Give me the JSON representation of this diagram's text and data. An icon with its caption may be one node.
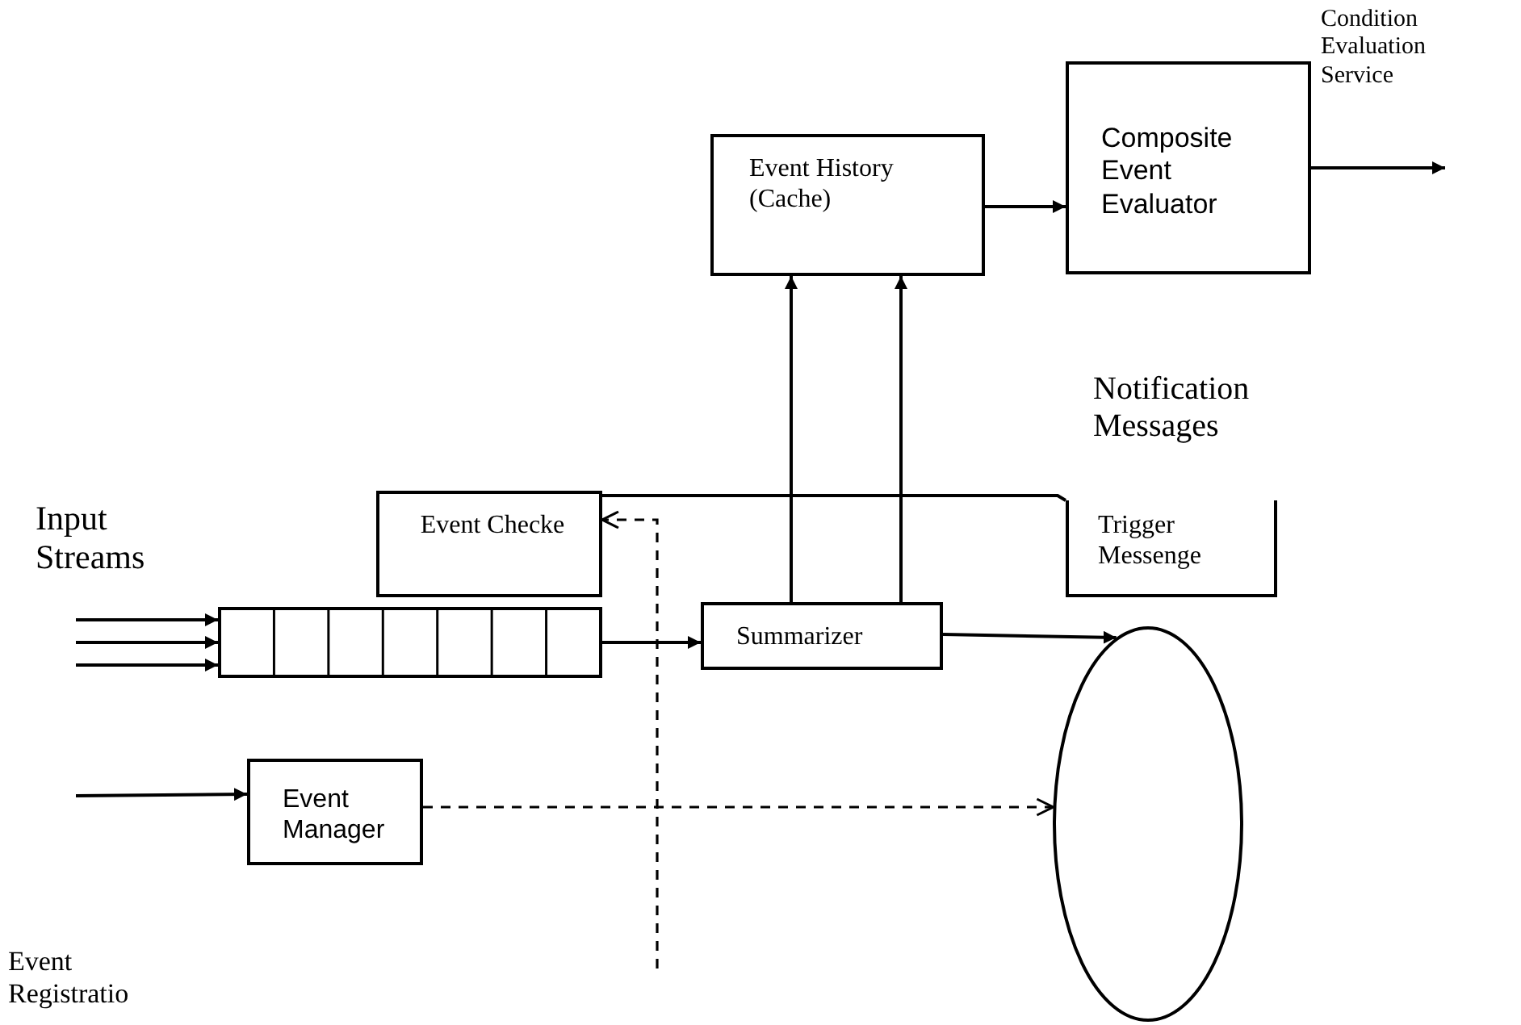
{
  "diagram": {
    "nodes": [
      {
        "text": [
          "Event History (Cache)"
        ]
      },
      {
        "text": [
          "Composite Event Evaluator"
        ]
      },
      {
        "text": [
          "Event Checke"
        ]
      },
      {
        "text": [],
        "shape": "box"
      },
      {
        "text": [
          "Summarizer"
        ]
      },
      {
        "text": [
          "Trigger Messenge"
        ]
      },
      {
        "text": [],
        "shape": "ellipse"
      },
      {
        "text": [
          "Event Manager"
        ]
      }
    ],
    "edges": [
      {
        "from": 0,
        "to": 1,
        "arrow": "to"
      },
      {
        "from": 1,
        "to": null,
        "arrow": "to"
      },
      {
        "from": 4,
        "to": 0,
        "arrow": "to"
      },
      {
        "from": 4,
        "to": 0,
        "arrow": "to"
      },
      {
        "from": 3,
        "to": 4,
        "arrow": "to"
      },
      {
        "from": 4,
        "to": 6,
        "arrow": "to"
      },
      {
        "from": null,
        "to": 3,
        "arrow": "to"
      },
      {
        "from": null,
        "to": 3,
        "arrow": "to"
      },
      {
        "from": null,
        "to": 3,
        "arrow": "to"
      },
      {
        "from": null,
        "to": 7,
        "arrow": "to"
      },
      {
        "from": 7,
        "to": 6,
        "arrow": "to",
        "style": "dashed"
      },
      {
        "from": null,
        "to": 2,
        "arrow": "to",
        "style": "dashed"
      },
      {
        "from": 2,
        "to": 5,
        "arrow": "none"
      }
    ],
    "labels": [
      "Condition Evaluation Service",
      "Notification Messages",
      "Input Streams",
      "Event Registratio"
    ]
  }
}
